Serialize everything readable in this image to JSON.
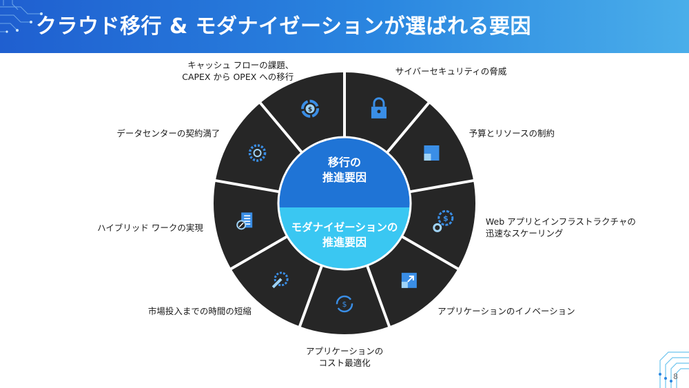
{
  "title": "クラウド移行 & モダナイゼーションが選ばれる要因",
  "center": {
    "top_text": [
      "移行の",
      "推進要因"
    ],
    "bottom_text": [
      "モダナイゼーションの",
      "推進要因"
    ]
  },
  "segments": [
    {
      "label_lines": [
        "サイバーセキュリティの脅威"
      ],
      "icon": "lock-icon"
    },
    {
      "label_lines": [
        "予算とリソースの制約"
      ],
      "icon": "square-blocks-icon"
    },
    {
      "label_lines": [
        "Web アプリとインフラストラクチャの",
        "迅速なスケーリング"
      ],
      "icon": "dollar-gear-icon"
    },
    {
      "label_lines": [
        "アプリケーションのイノベーション"
      ],
      "icon": "expand-arrow-icon"
    },
    {
      "label_lines": [
        "アプリケーションの",
        "コスト最適化"
      ],
      "icon": "dollar-circle-icon"
    },
    {
      "label_lines": [
        "市場投入までの時間の短縮"
      ],
      "icon": "gear-wrench-icon"
    },
    {
      "label_lines": [
        "ハイブリッド ワークの実現"
      ],
      "icon": "document-gauge-icon"
    },
    {
      "label_lines": [
        "データセンターの契約満了"
      ],
      "icon": "gear-refresh-icon"
    },
    {
      "label_lines": [
        "キャッシュ フローの課題、",
        "CAPEX から OPEX への移行"
      ],
      "icon": "dollar-cycle-icon"
    }
  ],
  "page_number": "8",
  "colors": {
    "wheel": "#262626",
    "center_top": "#1f74d6",
    "center_bottom": "#3ac7f2",
    "icon_blue": "#3a8ee6",
    "separator": "#ffffff"
  }
}
